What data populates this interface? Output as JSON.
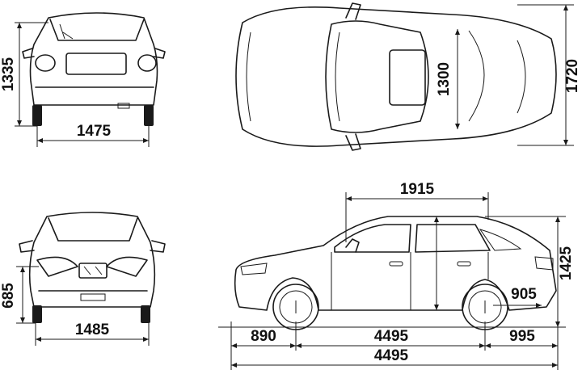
{
  "front_view": {
    "height_label": "1335",
    "track_label": "1475"
  },
  "top_view": {
    "inner_width_label": "1300",
    "overall_width_label": "1720"
  },
  "rear_view": {
    "ground_clearance_label": "685",
    "track_label": "1485"
  },
  "side_view": {
    "roof_length_label": "1915",
    "height_label": "1425",
    "rear_overhang_label": "905",
    "front_overhang_label": "890",
    "wheelbase_label": "4495",
    "rear_label": "995",
    "overall_length_label": "4495"
  }
}
